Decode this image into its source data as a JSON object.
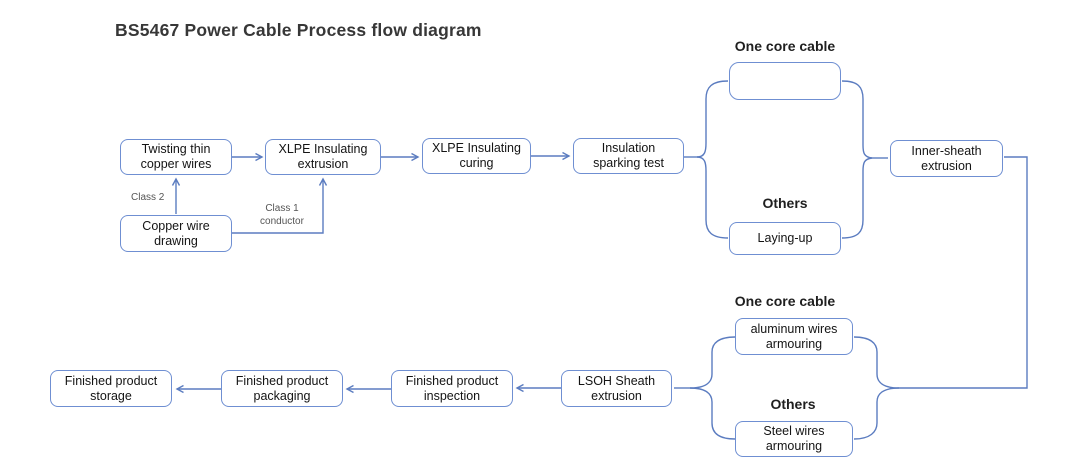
{
  "title": "BS5467 Power Cable Process flow diagram",
  "colors": {
    "box_border": "#6f8fd2",
    "connector": "#5b7cc0",
    "solid_arrow_fill": "#4067b1",
    "title_text": "#373737",
    "heading_text": "#1f1f1f",
    "edge_label_text": "#555555",
    "node_fill": "#ffffff"
  },
  "nodes": {
    "twisting": {
      "label": "Twisting thin copper wires"
    },
    "xlpe_extrusion": {
      "label": "XLPE Insulating extrusion"
    },
    "xlpe_curing": {
      "label": "XLPE Insulating curing"
    },
    "sparking_test": {
      "label": "Insulation sparking test"
    },
    "laying_up": {
      "label": "Laying-up"
    },
    "inner_sheath": {
      "label": "Inner-sheath extrusion"
    },
    "copper_drawing": {
      "label": "Copper wire drawing"
    },
    "aluminum_armouring": {
      "label": "aluminum wires armouring"
    },
    "steel_armouring": {
      "label": "Steel wires armouring"
    },
    "lsoh_extrusion": {
      "label": "LSOH Sheath extrusion"
    },
    "inspection": {
      "label": "Finished product inspection"
    },
    "packaging": {
      "label": "Finished product packaging"
    },
    "storage": {
      "label": "Finished product storage"
    }
  },
  "branch_headings": {
    "one_core_top": "One core cable",
    "others_top": "Others",
    "one_core_bottom": "One core cable",
    "others_bottom": "Others"
  },
  "edge_labels": {
    "class2": "Class 2",
    "class1": "Class 1 conductor"
  },
  "icons": {
    "one_core_symbol": "solid-right-arrow-icon"
  }
}
